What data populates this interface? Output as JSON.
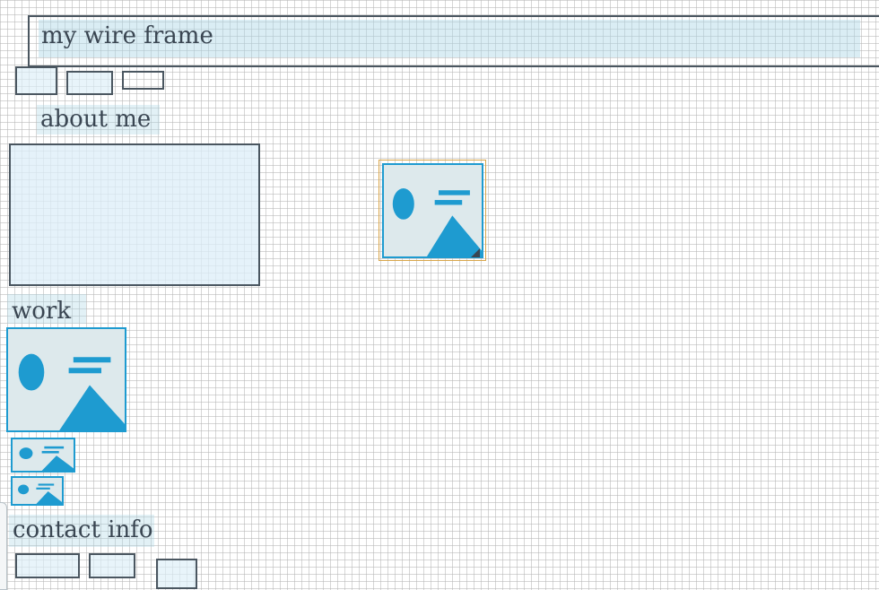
{
  "header": {
    "title": "my wire frame"
  },
  "sections": {
    "about": {
      "label": "about me"
    },
    "work": {
      "label": "work"
    },
    "contact": {
      "label": "contact info"
    }
  },
  "icons": {
    "image_placeholder": "image-icon",
    "resize_handle": "resize-handle-icon"
  },
  "colors": {
    "wire_border": "#4a5660",
    "placeholder_blue": "#1e9bd0",
    "placeholder_fill": "#dde9ec",
    "label_highlight": "#add8e6",
    "selection_outline": "#d8a64c"
  }
}
